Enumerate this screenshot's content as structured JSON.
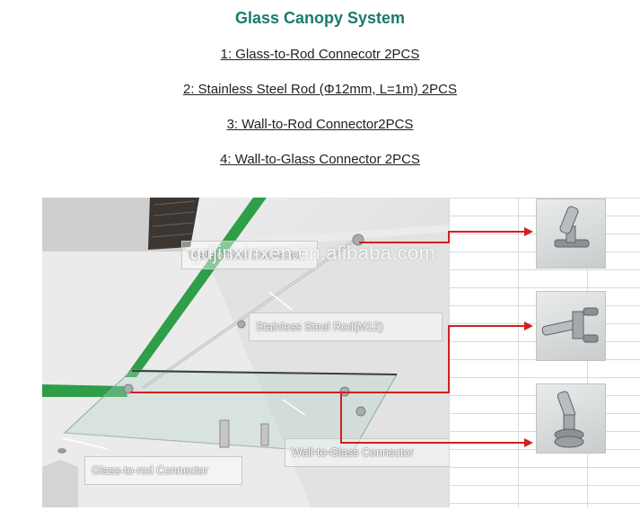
{
  "title": "Glass Canopy System",
  "specs": [
    "1: Glass-to-Rod Connecotr 2PCS",
    "2: Stainless Steel Rod (Φ12mm, L=1m) 2PCS",
    "3: Wall-to-Rod Connector2PCS",
    "4: Wall-to-Glass Connector 2PCS"
  ],
  "photo": {
    "labels": {
      "wall_rod": "Wall-to-Rod Connector",
      "rod": "Stainless Steel Rod(M12)",
      "wall_glass": "Wall-to-Glass Connector",
      "glass_rod": "Glass-to-rod Connector"
    },
    "watermark": "gdjinxinxen.en.alibaba.com"
  },
  "thumbnails": {
    "top": "wall-to-rod-connector-icon",
    "middle": "glass-to-rod-connector-icon",
    "bottom": "wall-to-glass-connector-icon"
  },
  "colors": {
    "title": "#1a7a6e",
    "arrow": "#d21f1f",
    "accent_stripe": "#2f9a4a"
  }
}
